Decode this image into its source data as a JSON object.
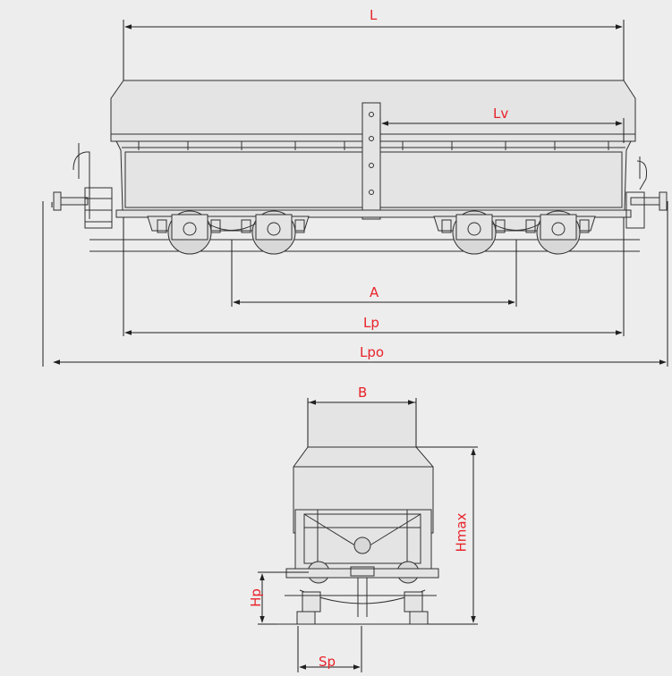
{
  "dimensions": {
    "L": "L",
    "Lv": "Lv",
    "A": "A",
    "Lp": "Lp",
    "Lpo": "Lpo",
    "B": "B",
    "Hmax": "Hmax",
    "Hp": "Hp",
    "Sp": "Sp"
  },
  "colors": {
    "background": "#ededed",
    "label": "#e8232a",
    "drawing": "#303030"
  }
}
